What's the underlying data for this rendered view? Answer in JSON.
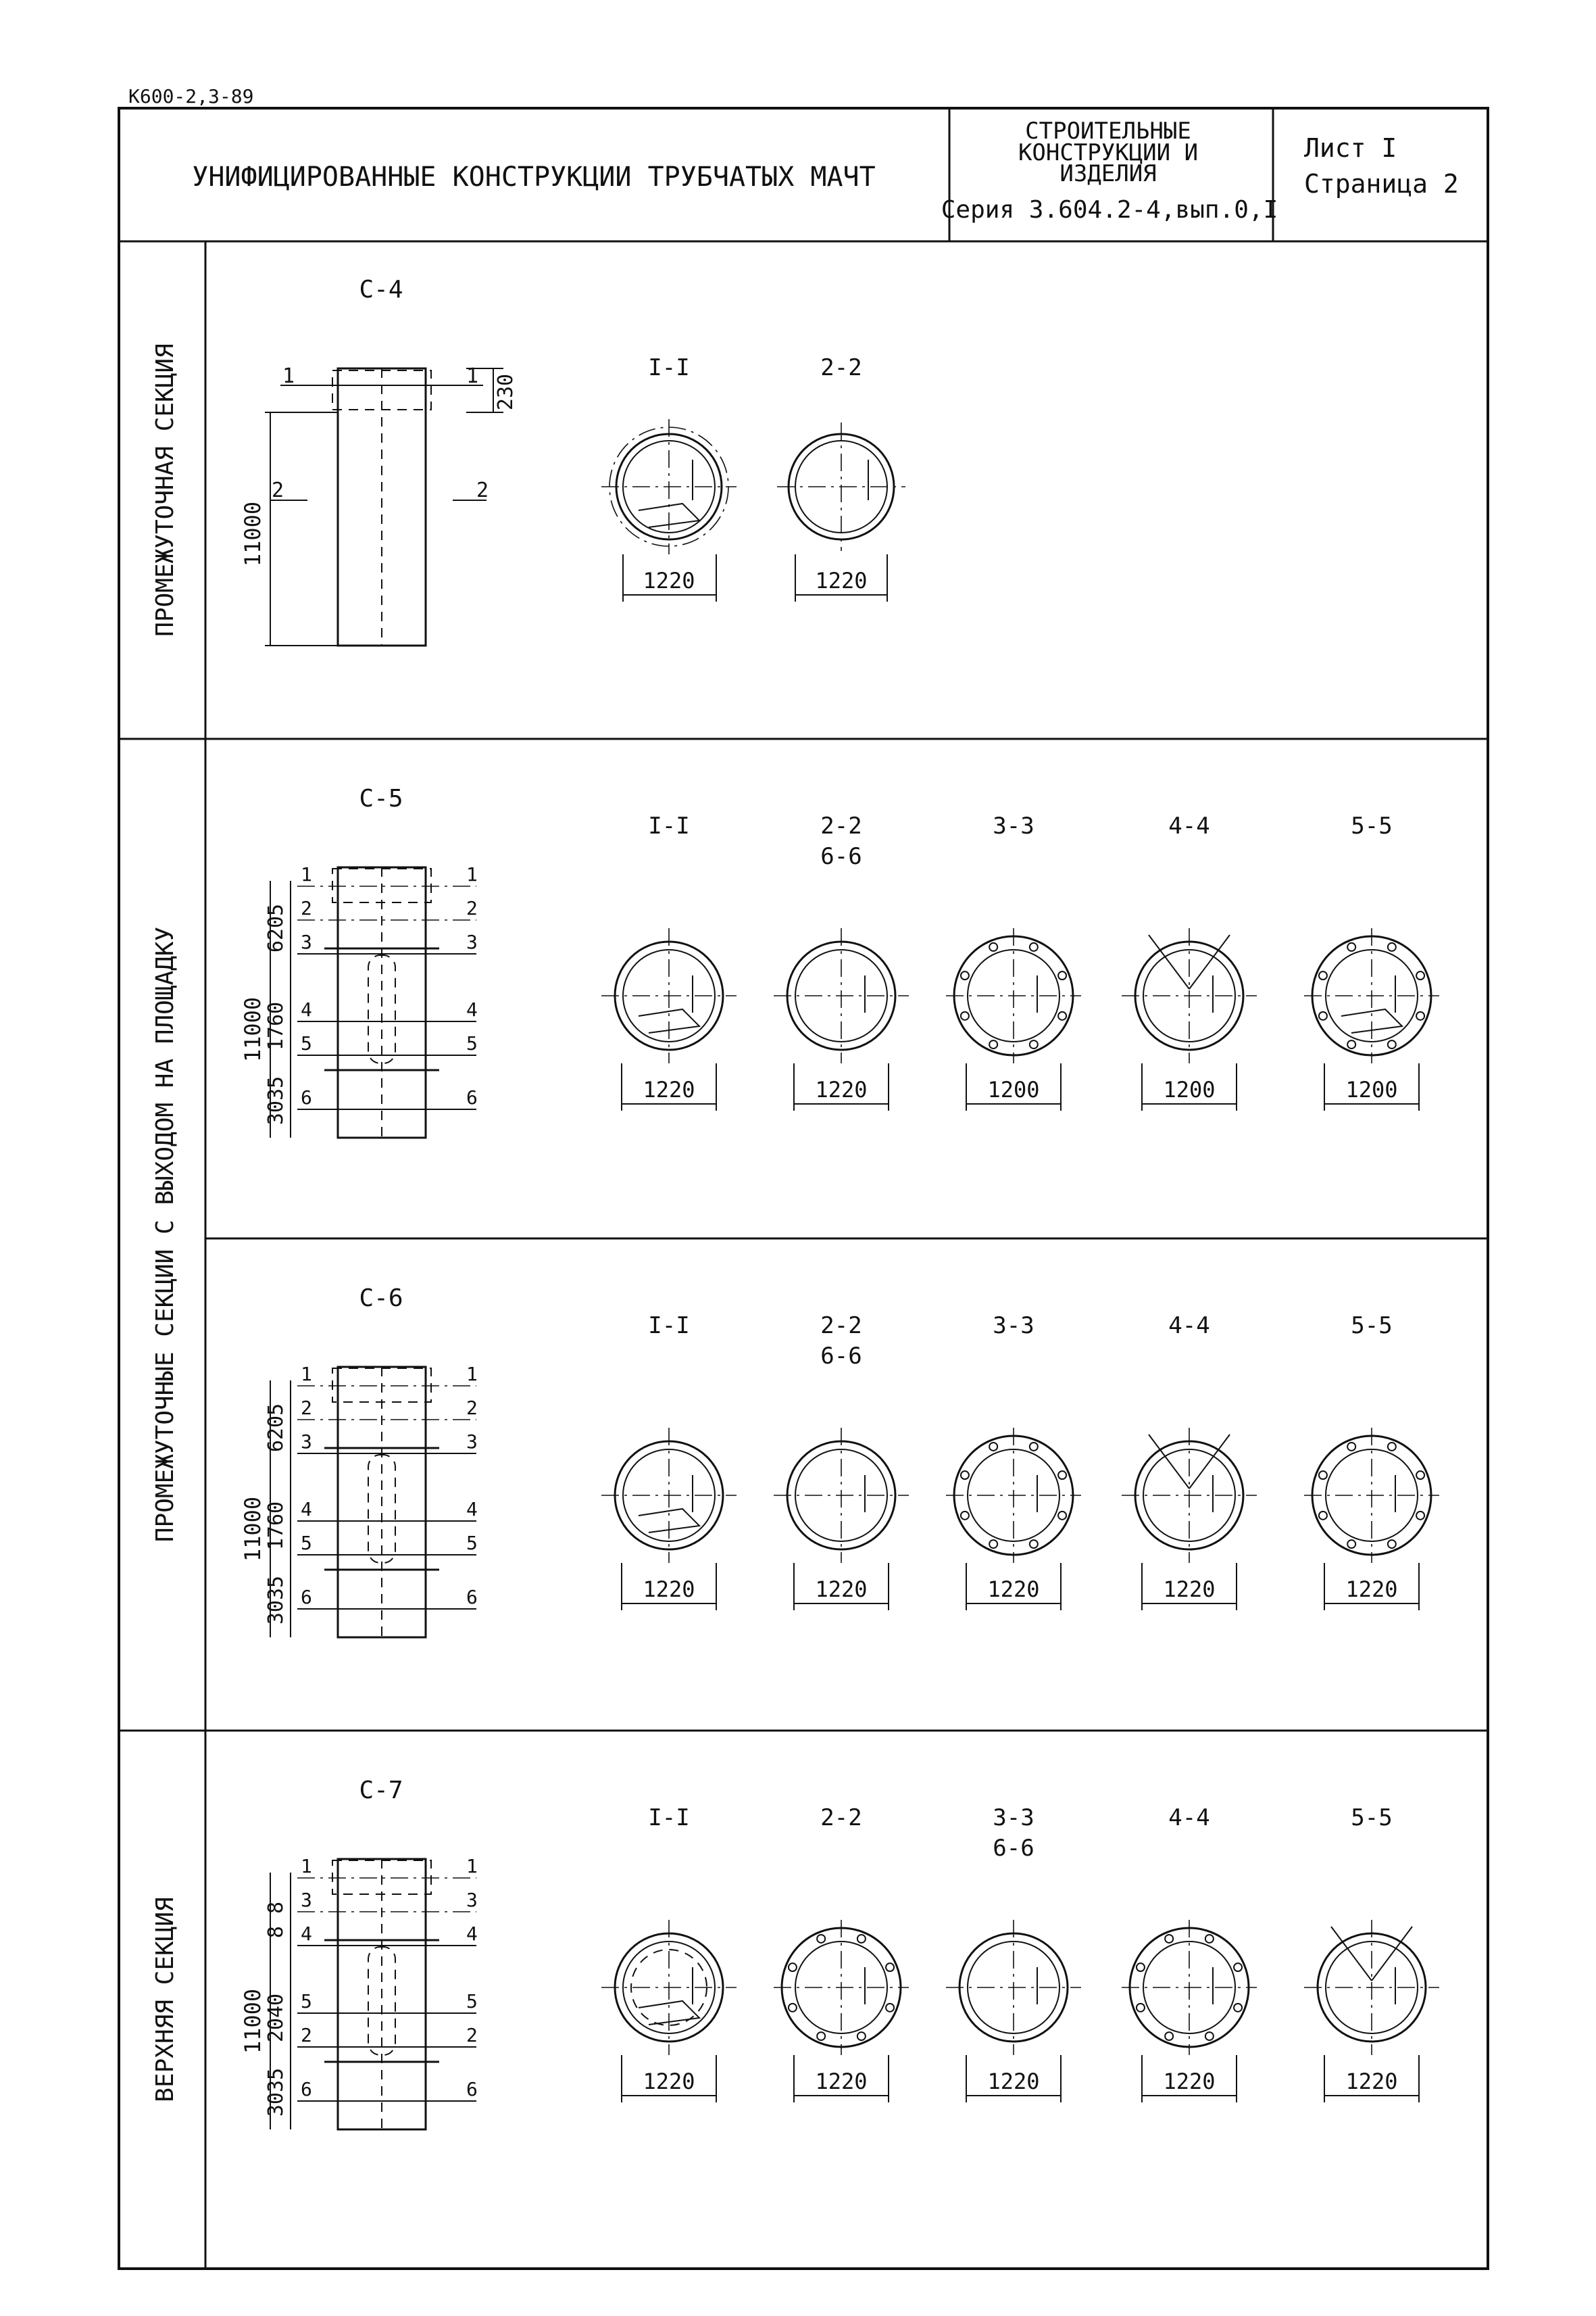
{
  "header": {
    "doc_code": "К600-2,3-89",
    "title": "УНИФИЦИРОВАННЫЕ КОНСТРУКЦИИ ТРУБЧАТЫХ МАЧТ",
    "category_lines": [
      "СТРОИТЕЛЬНЫЕ",
      "КОНСТРУКЦИИ И",
      "ИЗДЕЛИЯ"
    ],
    "series": "Серия 3.604.2-4,вып.0,I",
    "sheet": "Лист I",
    "page": "Страница 2"
  },
  "rows": [
    {
      "side_label": "ПРОМЕЖУТОЧНАЯ СЕКЦИЯ",
      "sections": [
        {
          "name": "С-4",
          "height_dim": "11000",
          "dims": [
            "230"
          ],
          "cut_marks": [
            {
              "left": "1",
              "right": "1"
            },
            {
              "left": "2",
              "right": "2"
            }
          ],
          "views": [
            {
              "label": "I-I",
              "sublabel": "",
              "dim": "1220",
              "detail": "hatched"
            },
            {
              "label": "2-2",
              "sublabel": "",
              "dim": "1220",
              "detail": "plain"
            }
          ]
        }
      ]
    },
    {
      "side_label": "ПРОМЕЖУТОЧНЫЕ СЕКЦИИ С ВЫХОДОМ НА ПЛОЩАДКУ",
      "sections": [
        {
          "name": "С-5",
          "height_dim": "11000",
          "dims": [
            "6205",
            "1760",
            "3035"
          ],
          "cut_marks": [
            {
              "left": "1",
              "right": "1"
            },
            {
              "left": "2",
              "right": "2"
            },
            {
              "left": "3",
              "right": "3"
            },
            {
              "left": "4",
              "right": "4"
            },
            {
              "left": "5",
              "right": "5"
            },
            {
              "left": "6",
              "right": "6"
            }
          ],
          "views": [
            {
              "label": "I-I",
              "sublabel": "",
              "dim": "1220",
              "detail": "hatched"
            },
            {
              "label": "2-2",
              "sublabel": "6-6",
              "dim": "1220",
              "detail": "plain"
            },
            {
              "label": "3-3",
              "sublabel": "",
              "dim": "1200",
              "detail": "flange"
            },
            {
              "label": "4-4",
              "sublabel": "",
              "dim": "1200",
              "detail": "ribs"
            },
            {
              "label": "5-5",
              "sublabel": "",
              "dim": "1200",
              "detail": "flange-hatched"
            }
          ]
        },
        {
          "name": "С-6",
          "height_dim": "11000",
          "dims": [
            "6205",
            "1760",
            "3035"
          ],
          "cut_marks": [
            {
              "left": "1",
              "right": "1"
            },
            {
              "left": "2",
              "right": "2"
            },
            {
              "left": "3",
              "right": "3"
            },
            {
              "left": "4",
              "right": "4"
            },
            {
              "left": "5",
              "right": "5"
            },
            {
              "left": "6",
              "right": "6"
            }
          ],
          "views": [
            {
              "label": "I-I",
              "sublabel": "",
              "dim": "1220",
              "detail": "hatched"
            },
            {
              "label": "2-2",
              "sublabel": "6-6",
              "dim": "1220",
              "detail": "plain"
            },
            {
              "label": "3-3",
              "sublabel": "",
              "dim": "1220",
              "detail": "flange"
            },
            {
              "label": "4-4",
              "sublabel": "",
              "dim": "1220",
              "detail": "ribs"
            },
            {
              "label": "5-5",
              "sublabel": "",
              "dim": "1220",
              "detail": "flange-plate"
            }
          ]
        }
      ]
    },
    {
      "side_label": "ВЕРХНЯЯ СЕКЦИЯ",
      "sections": [
        {
          "name": "С-7",
          "height_dim": "11000",
          "dims": [
            "8 8",
            "2040",
            "3035"
          ],
          "cut_marks": [
            {
              "left": "1",
              "right": "1"
            },
            {
              "left": "3",
              "right": "3"
            },
            {
              "left": "4",
              "right": "4"
            },
            {
              "left": "5",
              "right": "5"
            },
            {
              "left": "2",
              "right": "2"
            },
            {
              "left": "6",
              "right": "6"
            }
          ],
          "views": [
            {
              "label": "I-I",
              "sublabel": "",
              "dim": "1220",
              "detail": "dashed-hatched"
            },
            {
              "label": "2-2",
              "sublabel": "",
              "dim": "1220",
              "detail": "flange-plate"
            },
            {
              "label": "3-3",
              "sublabel": "6-6",
              "dim": "1220",
              "detail": "plain"
            },
            {
              "label": "4-4",
              "sublabel": "",
              "dim": "1220",
              "detail": "flange"
            },
            {
              "label": "5-5",
              "sublabel": "",
              "dim": "1220",
              "detail": "ribs"
            }
          ]
        }
      ]
    }
  ]
}
